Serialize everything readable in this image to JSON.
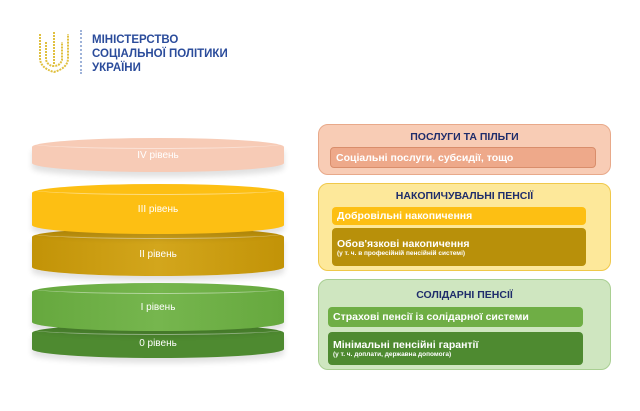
{
  "logo": {
    "lines": [
      "МІНІСТЕРСТВО",
      "СОЦІАЛЬНОЇ ПОЛІТИКИ",
      "УКРАЇНИ"
    ]
  },
  "levels": [
    {
      "label": "IV рівень",
      "color": "#f6c9b3"
    },
    {
      "label": "III рівень",
      "color": "#fdbf13"
    },
    {
      "label": "II рівень",
      "color": "#c79a0a"
    },
    {
      "label": "I рівень",
      "color": "#6fb047"
    },
    {
      "label": "0 рівень",
      "color": "#4f8a2f"
    }
  ],
  "groups": [
    {
      "title": "ПОСЛУГИ ТА ПІЛЬГИ",
      "items": [
        {
          "label": "Соціальні послуги, субсидії, тощо"
        }
      ]
    },
    {
      "title": "НАКОПИЧУВАЛЬНІ ПЕНСІЇ",
      "items": [
        {
          "label": "Добровільні накопичення"
        },
        {
          "label": "Обов'язкові накопичення",
          "note": "(у т. ч. в професійній пенсійній системі)"
        }
      ]
    },
    {
      "title": "СОЛІДАРНІ ПЕНСІЇ",
      "items": [
        {
          "label": "Страхові пенсії із солідарної системи"
        },
        {
          "label": "Мінімальні пенсійні гарантії",
          "note": "(у т. ч. доплати, державна допомога)"
        }
      ]
    }
  ]
}
